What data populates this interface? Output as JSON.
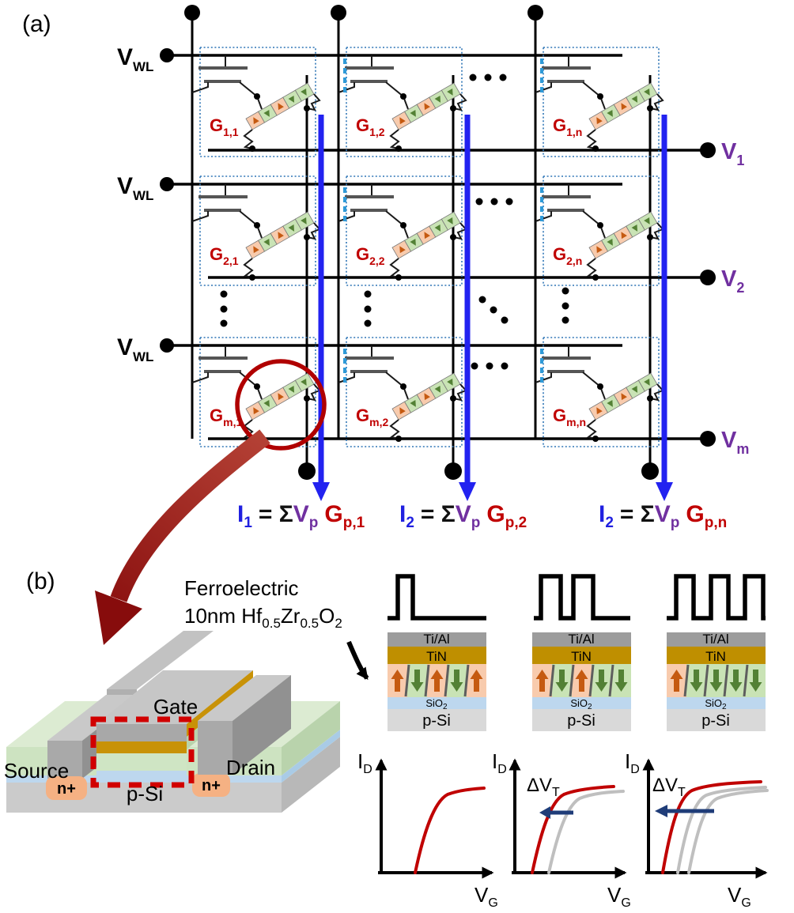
{
  "panel_a": {
    "label": "(a)",
    "wordline": {
      "main": "V",
      "sub": "WL"
    },
    "outputs": [
      {
        "main": "V",
        "sub": "1"
      },
      {
        "main": "V",
        "sub": "2"
      },
      {
        "main": "V",
        "sub": "m"
      }
    ],
    "cells": [
      {
        "main": "G",
        "sub": "1,1"
      },
      {
        "main": "G",
        "sub": "1,2"
      },
      {
        "main": "G",
        "sub": "1,n"
      },
      {
        "main": "G",
        "sub": "2,1"
      },
      {
        "main": "G",
        "sub": "2,2"
      },
      {
        "main": "G",
        "sub": "2,n"
      },
      {
        "main": "G",
        "sub": "m,1"
      },
      {
        "main": "G",
        "sub": "m,2"
      },
      {
        "main": "G",
        "sub": "m,n"
      }
    ],
    "equations": [
      {
        "i": "I",
        "i_sub": "1",
        "mid": "= Σ",
        "v": "V",
        "v_sub": "p",
        "g": "G",
        "g_sub": "p,1"
      },
      {
        "i": "I",
        "i_sub": "2",
        "mid": "= Σ",
        "v": "V",
        "v_sub": "p",
        "g": "G",
        "g_sub": "p,2"
      },
      {
        "i": "I",
        "i_sub": "2",
        "mid": "= Σ",
        "v": "V",
        "v_sub": "p",
        "g": "G",
        "g_sub": "p,n"
      }
    ]
  },
  "panel_b": {
    "label": "(b)",
    "caption": {
      "line1": "Ferroelectric",
      "l2_1": "10nm Hf",
      "l2_1s": "0.5",
      "l2_2": "Zr",
      "l2_2s": "0.5",
      "l2_3": "O",
      "l2_3s": "2"
    },
    "device": {
      "source_label": "Source",
      "gate_label": "Gate",
      "drain_label": "Drain",
      "substrate_label": "p-Si",
      "nplus_left": "n+",
      "nplus_right": "n+"
    },
    "stacks": [
      {
        "pulses": 1,
        "layers": {
          "tial": "Ti/Al",
          "tin": "TiN",
          "sio2_main": "SiO",
          "sio2_sub": "2",
          "psi": "p-Si"
        },
        "polarization": [
          "up",
          "down",
          "up",
          "down",
          "up"
        ]
      },
      {
        "pulses": 2,
        "layers": {
          "tial": "Ti/Al",
          "tin": "TiN",
          "sio2_main": "SiO",
          "sio2_sub": "2",
          "psi": "p-Si"
        },
        "polarization": [
          "up",
          "down",
          "up",
          "down",
          "down"
        ]
      },
      {
        "pulses": 3,
        "layers": {
          "tial": "Ti/Al",
          "tin": "TiN",
          "sio2_main": "SiO",
          "sio2_sub": "2",
          "psi": "p-Si"
        },
        "polarization": [
          "up",
          "down",
          "down",
          "down",
          "down"
        ]
      }
    ],
    "plots": [
      {
        "y_main": "I",
        "y_sub": "D",
        "x_main": "V",
        "x_sub": "G",
        "gray_curves": 0
      },
      {
        "y_main": "I",
        "y_sub": "D",
        "x_main": "V",
        "x_sub": "G",
        "dvt_main": "ΔV",
        "dvt_sub": "T",
        "gray_curves": 1
      },
      {
        "y_main": "I",
        "y_sub": "D",
        "x_main": "V",
        "x_sub": "G",
        "dvt_main": "ΔV",
        "dvt_sub": "T",
        "gray_curves": 2
      }
    ]
  },
  "colors": {
    "cell_border_blue": "#2E75B6",
    "current_arrow_blue": "#2222F0",
    "equation_i_blue": "#2020E0",
    "label_purple": "#7030A0",
    "label_dark_red": "#C00000",
    "highlight_circle_red": "#B00000",
    "zoom_arrow_red_dark": "#870C0C",
    "zoom_arrow_red_light": "#B54236",
    "shift_arrow_navy": "#1F3C78",
    "domain_up_fill": "#F8CBAD",
    "domain_down_fill": "#C9E3B5",
    "domain_up_arrow": "#C55A11",
    "domain_down_arrow": "#538135",
    "layer_tial": "#9C9C9C",
    "layer_tin": "#BF8F00",
    "layer_sio2": "#BDD7EE",
    "layer_psi": "#D9D9D9",
    "nplus_fill": "#F5B183",
    "curve_red": "#C00000",
    "curve_gray": "#BFBFBF"
  }
}
